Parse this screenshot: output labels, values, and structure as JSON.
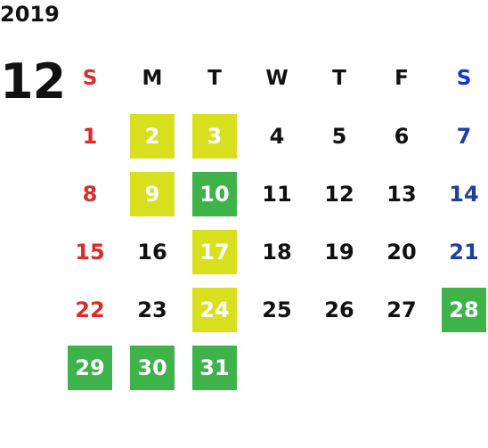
{
  "calendar": {
    "year": "2019",
    "month": "12",
    "weekday_headers": [
      "S",
      "M",
      "T",
      "W",
      "T",
      "F",
      "S"
    ],
    "first_weekday_index": 0,
    "days": [
      {
        "day": "1",
        "highlight": "none"
      },
      {
        "day": "2",
        "highlight": "yellow"
      },
      {
        "day": "3",
        "highlight": "yellow"
      },
      {
        "day": "4",
        "highlight": "none"
      },
      {
        "day": "5",
        "highlight": "none"
      },
      {
        "day": "6",
        "highlight": "none"
      },
      {
        "day": "7",
        "highlight": "none"
      },
      {
        "day": "8",
        "highlight": "none"
      },
      {
        "day": "9",
        "highlight": "yellow"
      },
      {
        "day": "10",
        "highlight": "green"
      },
      {
        "day": "11",
        "highlight": "none"
      },
      {
        "day": "12",
        "highlight": "none"
      },
      {
        "day": "13",
        "highlight": "none"
      },
      {
        "day": "14",
        "highlight": "none"
      },
      {
        "day": "15",
        "highlight": "none"
      },
      {
        "day": "16",
        "highlight": "none"
      },
      {
        "day": "17",
        "highlight": "yellow"
      },
      {
        "day": "18",
        "highlight": "none"
      },
      {
        "day": "19",
        "highlight": "none"
      },
      {
        "day": "20",
        "highlight": "none"
      },
      {
        "day": "21",
        "highlight": "none"
      },
      {
        "day": "22",
        "highlight": "none"
      },
      {
        "day": "23",
        "highlight": "none"
      },
      {
        "day": "24",
        "highlight": "yellow"
      },
      {
        "day": "25",
        "highlight": "none"
      },
      {
        "day": "26",
        "highlight": "none"
      },
      {
        "day": "27",
        "highlight": "none"
      },
      {
        "day": "28",
        "highlight": "green"
      },
      {
        "day": "29",
        "highlight": "green"
      },
      {
        "day": "30",
        "highlight": "green"
      },
      {
        "day": "31",
        "highlight": "green"
      }
    ]
  },
  "colors": {
    "sunday_text": "#e02a2a",
    "saturday_text": "#1f3f9a",
    "saturday_header": "#1030d8",
    "highlight_yellow": "#d8e01e",
    "highlight_green": "#3db34a"
  }
}
